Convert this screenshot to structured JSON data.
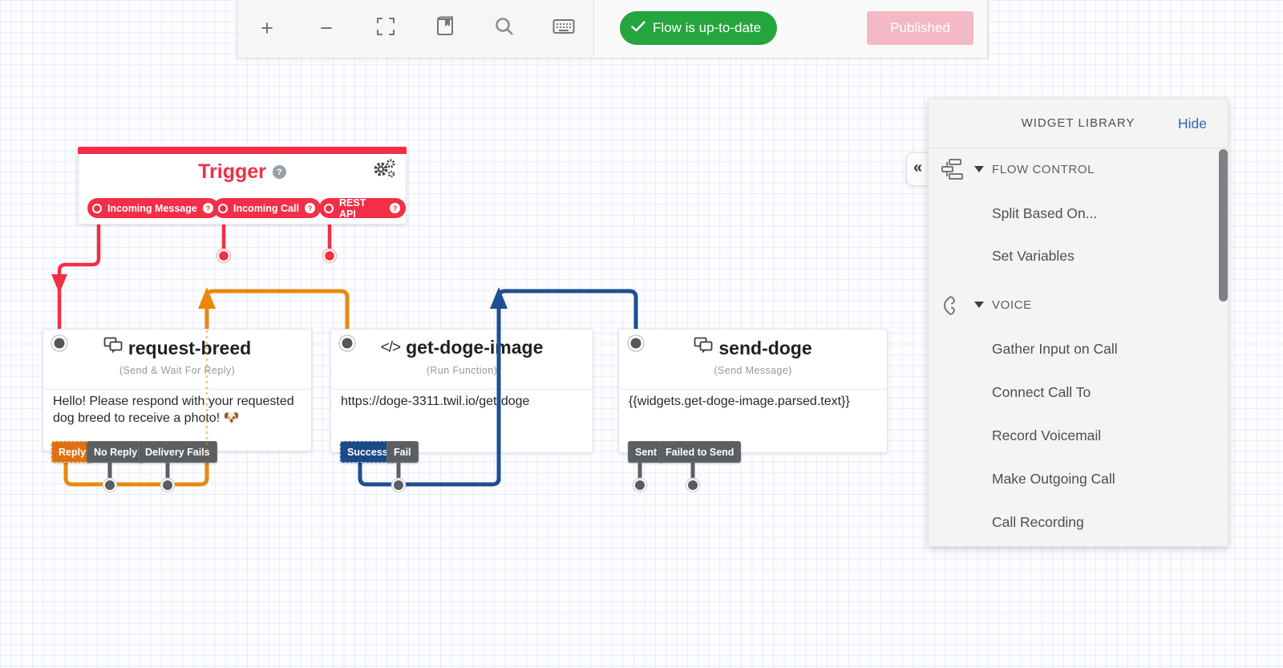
{
  "ui": {
    "question": "?",
    "collapse": "«"
  },
  "icons": {
    "code": "</>"
  },
  "toolbar": {
    "zoom_in": "+",
    "zoom_out": "−",
    "status_label": "Flow is up-to-date",
    "publish_label": "Published"
  },
  "trigger": {
    "title": "Trigger",
    "transitions": [
      {
        "label": "Incoming Message"
      },
      {
        "label": "Incoming Call"
      },
      {
        "label": "REST API"
      }
    ]
  },
  "widgets": [
    {
      "name": "request-breed",
      "type": "(Send & Wait For Reply)",
      "body": "Hello! Please respond with your requested dog breed to receive a photo! 🐶",
      "transitions": [
        "Reply",
        "No Reply",
        "Delivery Fails"
      ]
    },
    {
      "name": "get-doge-image",
      "type": "(Run Function)",
      "body": "https://doge-3311.twil.io/get-doge",
      "transitions": [
        "Success",
        "Fail"
      ]
    },
    {
      "name": "send-doge",
      "type": "(Send Message)",
      "body": "{{widgets.get-doge-image.parsed.text}}",
      "transitions": [
        "Sent",
        "Failed to Send"
      ]
    }
  ],
  "library": {
    "title": "WIDGET LIBRARY",
    "hide_label": "Hide",
    "sections": [
      {
        "label": "FLOW CONTROL",
        "items": [
          "Split Based On...",
          "Set Variables"
        ]
      },
      {
        "label": "VOICE",
        "items": [
          "Gather Input on Call",
          "Connect Call To",
          "Record Voicemail",
          "Make Outgoing Call",
          "Call Recording"
        ]
      }
    ]
  },
  "colors": {
    "red": "#f22f46",
    "orange": "#e8890c",
    "blue": "#1d4f91",
    "green": "#25a53e",
    "pink": "#f3b9c4",
    "link_blue": "#2e64bd"
  }
}
